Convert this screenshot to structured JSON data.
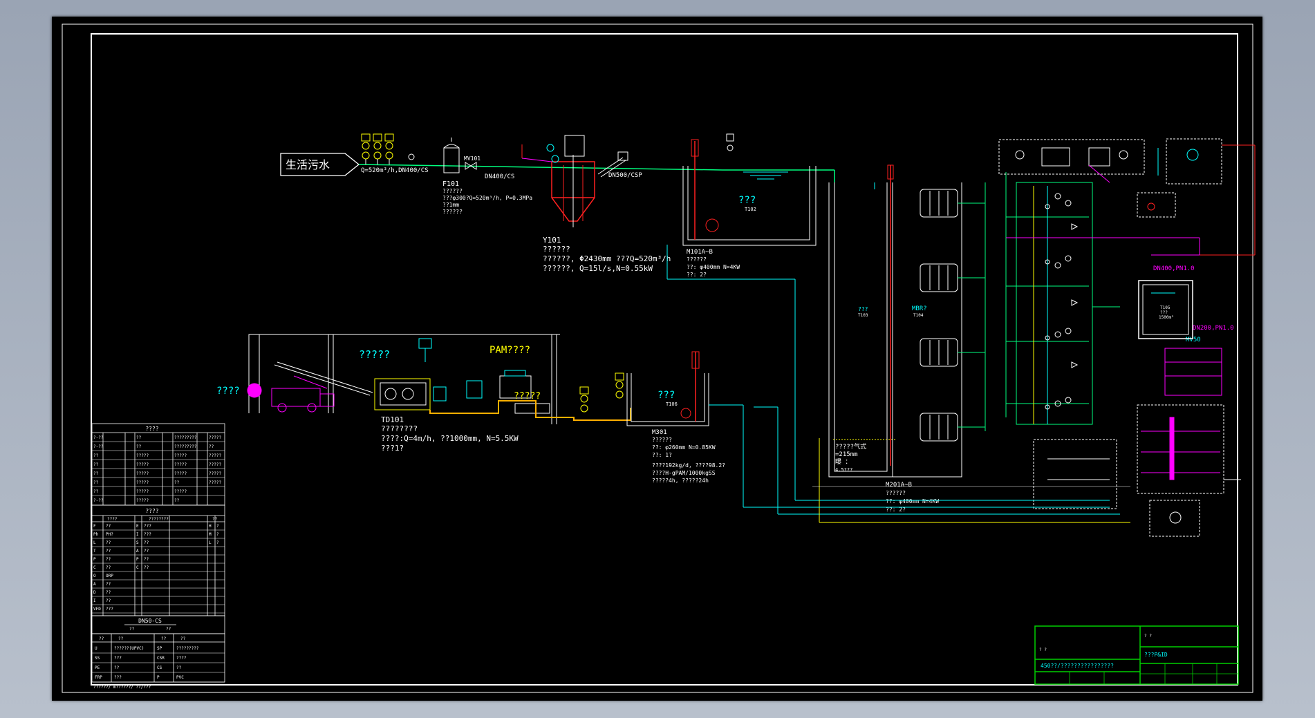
{
  "labels": {
    "domestic_sewage": "生活污水",
    "flow_pipe": "Q=520m³/h,DN400/CS",
    "dn400cs": "DN400/CS",
    "dn500cs": "DN500/CSP",
    "mv101": "MV101",
    "f101": "F101",
    "f101_l1": "??????",
    "f101_l2": "???φ300?Q=520m³/h, P=0.3MPa",
    "f101_l3": "??1mm",
    "f101_l4": "??????",
    "y101": "Y101",
    "y101_l1": "??????",
    "y101_l2": "??????, Φ2430mm   ???Q=520m³/h",
    "y101_l3": "??????, Q=15l/s,N=0.55kW",
    "t101_name": "???",
    "t101_tag": "T102",
    "m101": "M101A~B",
    "m101_l1": "??????",
    "m101_l2": "??: φ400mm  N=4KW",
    "m101_l3": "??: 2?",
    "t103_name": "???",
    "t103_tag": "T103",
    "mbr": "MBR?",
    "mbr_tag": "T104",
    "aeration_l1": "?????气式",
    "aeration_l2": "=215mm",
    "aeration_l3": "曝 ：",
    "aeration_l4": "4.5???",
    "m201": "M201A~B",
    "m201_l1": "??????",
    "m201_l2": "??: φ400mm  N=4KW",
    "m201_l3": "??: 2?",
    "dn400_pn": "DN400,PN1.0",
    "dn200_pn": "DN200,PN1.0",
    "mv50": "MV50",
    "t105_l1": "T105",
    "t105_l2": "???",
    "t105_l3": "1500m³",
    "sludge_room": "?????",
    "pam": "PAM????",
    "truck": "????",
    "dosing": "?????",
    "td101": "TD101",
    "td101_l1": "????????",
    "td101_l2": "????:Q=4m/h,   ??1000mm,  N=5.5KW",
    "td101_l3": "???1?",
    "t106_name": "???",
    "t106_tag": "T106",
    "m301": "M301",
    "m301_l1": "??????",
    "m301_l2": "??: φ260mm  N=0.85KW",
    "m301_l3": "??: 1?",
    "m301_l4": "????192kg/d, ????98.2?",
    "m301_l5": "????H-gPAM/1000kgSS",
    "m301_l6": "?????4h, ?????24h"
  },
  "legend": {
    "title1": "????",
    "sym_rows": [
      [
        "?-??",
        "??",
        "?????????",
        "?????"
      ],
      [
        "?-??",
        "??",
        "?????????",
        "??"
      ],
      [
        "??",
        "?????",
        "?????",
        "?????"
      ],
      [
        "??",
        "?????",
        "?????",
        "?????"
      ],
      [
        "??",
        "?????",
        "?????",
        "?????"
      ],
      [
        "??",
        "?????",
        "??",
        "?????"
      ],
      [
        "??",
        "?????",
        "?????",
        ""
      ],
      [
        "?-??",
        "?????",
        "??",
        ""
      ]
    ],
    "title2": "????",
    "head2": [
      "????",
      "????????",
      "??"
    ],
    "code_rows": [
      [
        "F",
        "??",
        "E",
        "???",
        "H",
        "?"
      ],
      [
        "Ph",
        "PH?",
        "I",
        "???",
        "M",
        "?"
      ],
      [
        "L",
        "??",
        "S",
        "??",
        "L",
        "?"
      ],
      [
        "T",
        "??",
        "A",
        "??",
        "",
        ""
      ],
      [
        "P",
        "??",
        "P",
        "??",
        "",
        ""
      ],
      [
        "C",
        "??",
        "C",
        "??",
        "",
        ""
      ],
      [
        "O",
        "ORP",
        "",
        "",
        "",
        ""
      ],
      [
        "A",
        "??",
        "",
        "",
        "",
        ""
      ],
      [
        "D",
        "??",
        "",
        "",
        "",
        ""
      ],
      [
        "I",
        "??",
        "",
        "",
        "",
        ""
      ],
      [
        "VFD",
        "???",
        "",
        "",
        "",
        ""
      ]
    ],
    "pipe_sample": "DN50-CS",
    "pipe_note1": "??",
    "pipe_note2": "??",
    "head3": [
      "??",
      "??",
      "??",
      "??"
    ],
    "mat_rows": [
      [
        "U",
        "??????(UPVC)",
        "SP",
        "?????????"
      ],
      [
        "SS",
        "???",
        "CSR",
        "????"
      ],
      [
        "PE",
        "??",
        "CS",
        "??"
      ],
      [
        "FRP",
        "???",
        "P",
        "PVC"
      ]
    ],
    "footnote": "??????/ m??????/ ??/???"
  },
  "title_block": {
    "project": "450??/????????????????",
    "drawing": "???P&ID",
    "left_small": "?  ?",
    "right_small": "?  ?"
  },
  "colors": {
    "white": "#ffffff",
    "green": "#00ff7f",
    "cyan": "#00ffff",
    "yellow": "#ffff00",
    "orange": "#ffb000",
    "red": "#ff2020",
    "magenta": "#ff00ff",
    "tblgreen": "#00d000"
  }
}
